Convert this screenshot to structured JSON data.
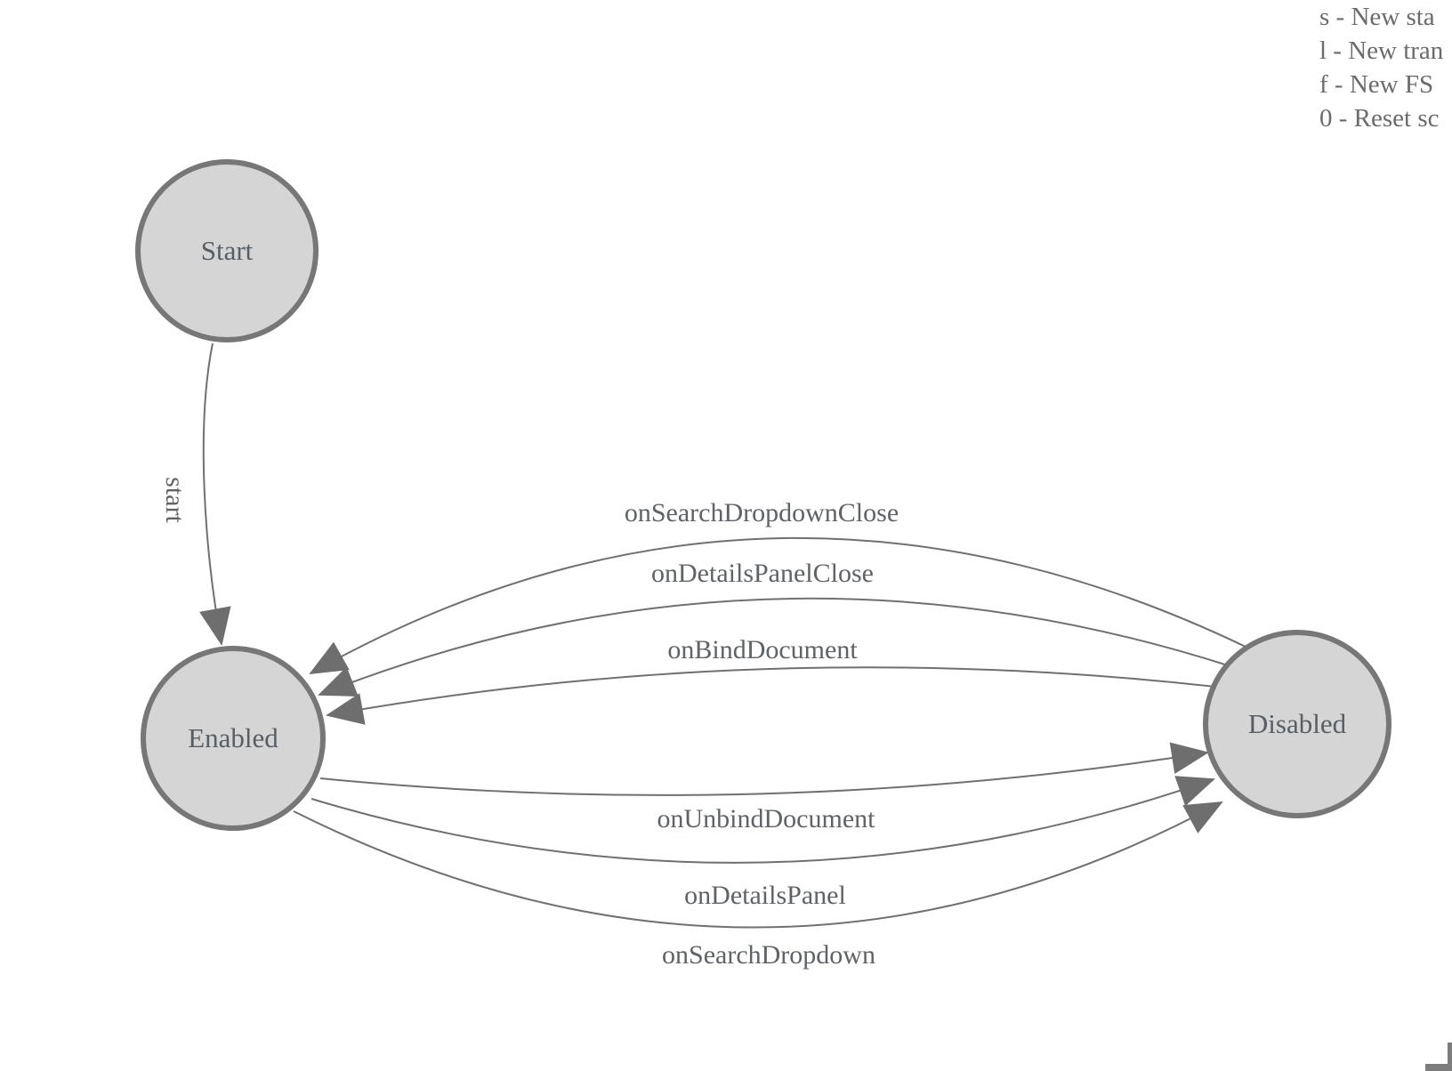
{
  "diagram": {
    "states": [
      {
        "id": "start",
        "label": "Start"
      },
      {
        "id": "enabled",
        "label": "Enabled"
      },
      {
        "id": "disabled",
        "label": "Disabled"
      }
    ],
    "transitions": [
      {
        "label": "start",
        "from": "Start",
        "to": "Enabled"
      },
      {
        "label": "onSearchDropdownClose",
        "from": "Disabled",
        "to": "Enabled"
      },
      {
        "label": "onDetailsPanelClose",
        "from": "Disabled",
        "to": "Enabled"
      },
      {
        "label": "onBindDocument",
        "from": "Disabled",
        "to": "Enabled"
      },
      {
        "label": "onUnbindDocument",
        "from": "Enabled",
        "to": "Disabled"
      },
      {
        "label": "onDetailsPanel",
        "from": "Enabled",
        "to": "Disabled"
      },
      {
        "label": "onSearchDropdown",
        "from": "Enabled",
        "to": "Disabled"
      }
    ]
  },
  "legend": {
    "lines": [
      "s - New sta",
      "l - New tran",
      "f - New FS",
      "0 - Reset sc"
    ]
  },
  "colors": {
    "state_fill": "#d5d5d5",
    "state_stroke": "#777777",
    "edge_stroke": "#707070",
    "arrowhead": "#6e6e6e",
    "label_text": "#5f6367",
    "legend_text": "#6b6b6b",
    "background": "#ffffff"
  }
}
